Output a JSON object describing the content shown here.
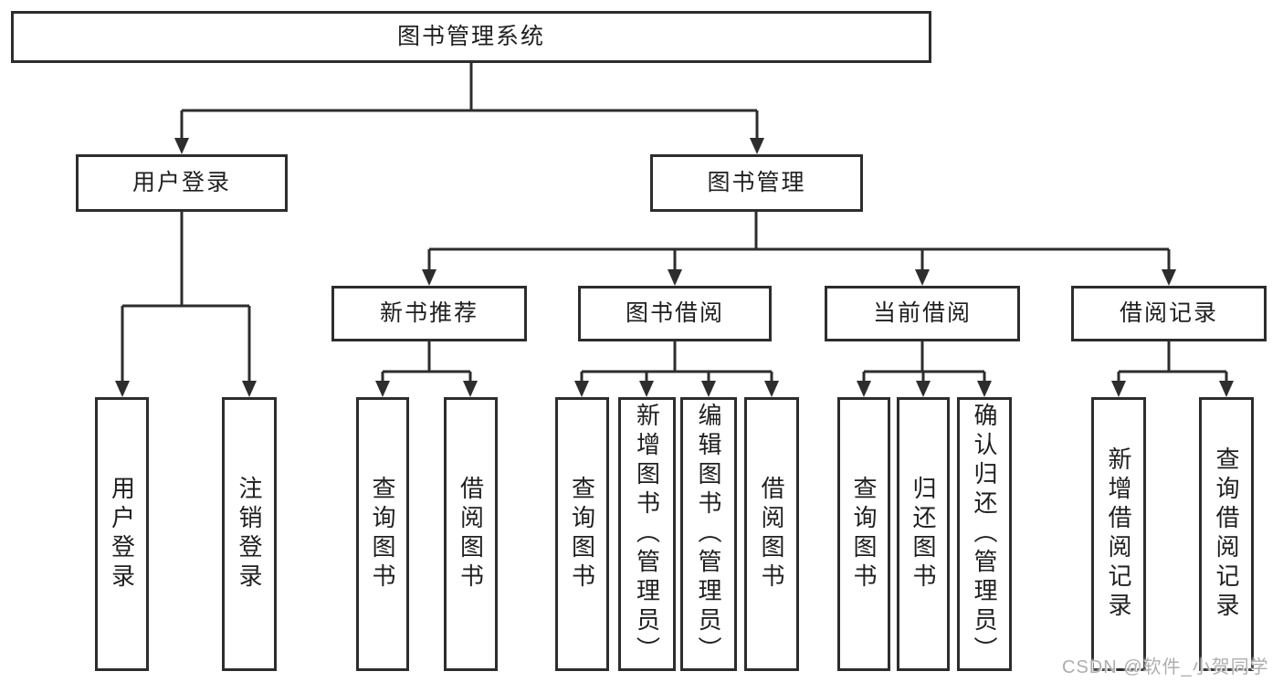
{
  "tree": {
    "root": "图书管理系统",
    "branches": [
      {
        "label": "用户登录",
        "children": [
          "用户登录",
          "注销登录"
        ]
      },
      {
        "label": "图书管理",
        "modules": [
          {
            "label": "新书推荐",
            "children": [
              "查询图书",
              "借阅图书"
            ]
          },
          {
            "label": "图书借阅",
            "children": [
              "查询图书",
              "新增图书（管理员）",
              "编辑图书（管理员）",
              "借阅图书"
            ]
          },
          {
            "label": "当前借阅",
            "children": [
              "查询图书",
              "归还图书",
              "确认归还（管理员）"
            ]
          },
          {
            "label": "借阅记录",
            "children": [
              "新增借阅记录",
              "查询借阅记录"
            ]
          }
        ]
      }
    ]
  },
  "watermark": "CSDN @软件_小贺同学",
  "colors": {
    "line": "#2d2d2d",
    "text": "#1f1f1f",
    "watermark_text": "#aeaeae",
    "background": "#ffffff"
  }
}
